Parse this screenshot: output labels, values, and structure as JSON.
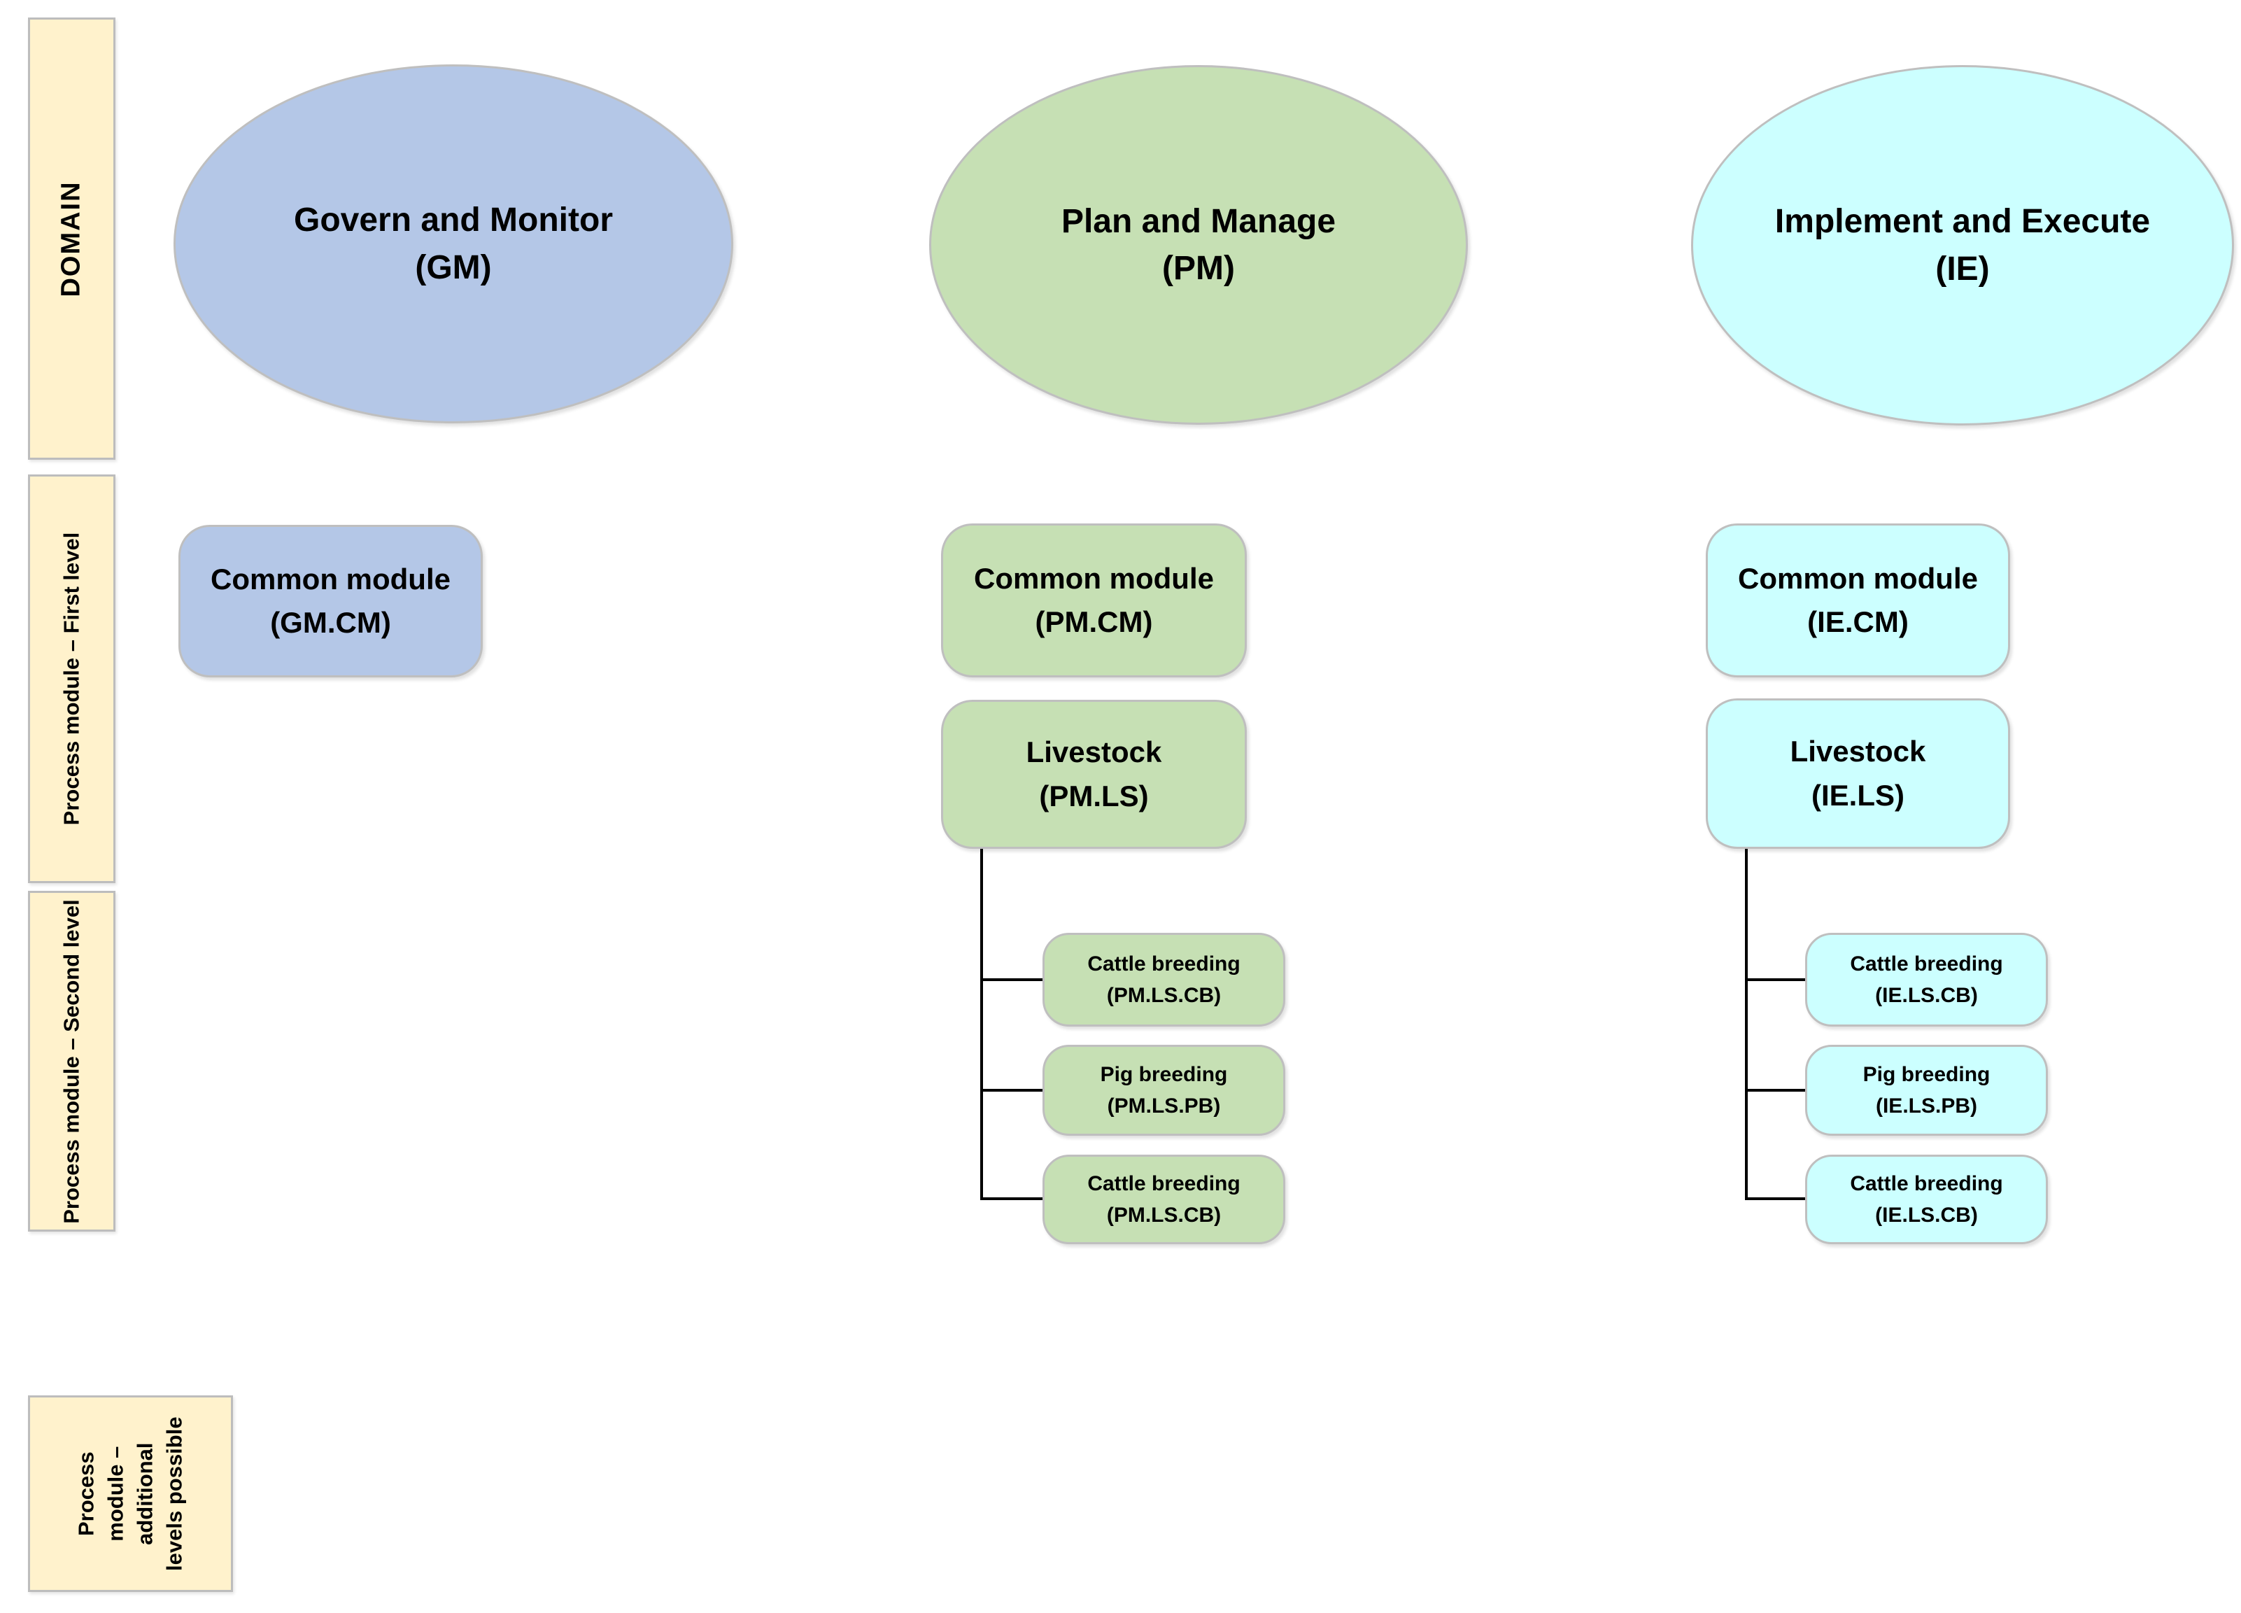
{
  "colors": {
    "gm_fill": "#B4C7E7",
    "pm_fill": "#C6E0B4",
    "ie_fill": "#CCFFFF",
    "label_fill": "#FFF2CC",
    "label_border": "#BDBDBD",
    "shape_border": "#BFBFBF",
    "connector": "#000000",
    "text": "#000000"
  },
  "row_labels": [
    {
      "text": "DOMAIN"
    },
    {
      "text": "Process module – First level"
    },
    {
      "text": "Process module – Second level"
    },
    {
      "text": "Process module – additional levels possible",
      "lines": [
        "Process",
        "module –",
        "additional",
        "levels possible"
      ]
    }
  ],
  "domains": [
    {
      "name": "Govern and Monitor",
      "code": "(GM)",
      "first_level": [
        {
          "name": "Common module",
          "code": "(GM.CM)"
        }
      ],
      "second_level": []
    },
    {
      "name": "Plan and Manage",
      "code": "(PM)",
      "first_level": [
        {
          "name": "Common module",
          "code": "(PM.CM)"
        },
        {
          "name": "Livestock",
          "code": "(PM.LS)"
        }
      ],
      "second_level": [
        {
          "name": "Cattle breeding",
          "code": "(PM.LS.CB)"
        },
        {
          "name": "Pig breeding",
          "code": "(PM.LS.PB)"
        },
        {
          "name": "Cattle breeding",
          "code": "(PM.LS.CB)"
        }
      ]
    },
    {
      "name": "Implement and Execute",
      "code": "(IE)",
      "first_level": [
        {
          "name": "Common module",
          "code": "(IE.CM)"
        },
        {
          "name": "Livestock",
          "code": "(IE.LS)"
        }
      ],
      "second_level": [
        {
          "name": "Cattle breeding",
          "code": "(IE.LS.CB)"
        },
        {
          "name": "Pig breeding",
          "code": "(IE.LS.PB)"
        },
        {
          "name": "Cattle breeding",
          "code": "(IE.LS.CB)"
        }
      ]
    }
  ]
}
